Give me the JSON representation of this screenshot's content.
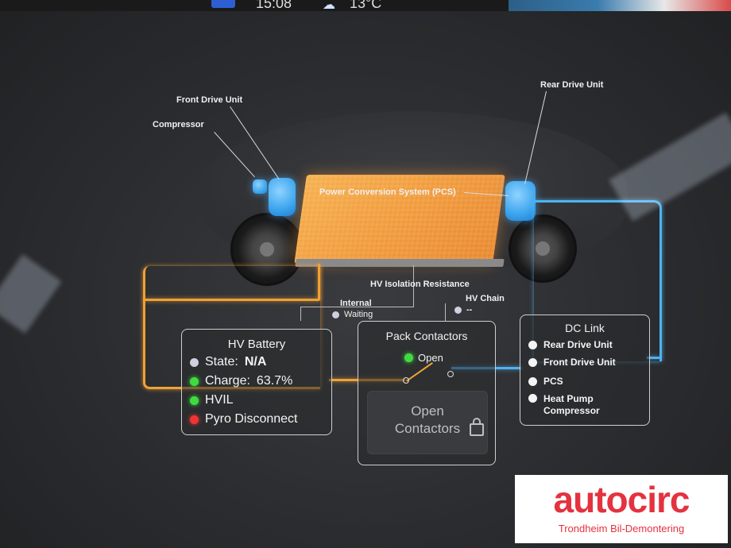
{
  "status_bar": {
    "time": "15:08",
    "temperature": "13°C"
  },
  "labels": {
    "front_drive_unit": "Front Drive Unit",
    "compressor": "Compressor",
    "rear_drive_unit": "Rear Drive Unit",
    "pcs": "Power Conversion System (PCS)",
    "hv_isolation": "HV Isolation Resistance",
    "internal": "Internal",
    "waiting": "Waiting",
    "hv_chain": "HV Chain",
    "hv_chain_value": "--"
  },
  "hv_battery": {
    "title": "HV Battery",
    "state_label": "State:",
    "state_value": "N/A",
    "charge_label": "Charge:",
    "charge_value": "63.7%",
    "hvil": "HVIL",
    "pyro": "Pyro Disconnect",
    "status_colors": {
      "state": "#cfcfe0",
      "charge": "#3fdc3f",
      "hvil": "#3fdc3f",
      "pyro": "#f03434"
    }
  },
  "pack_contactors": {
    "title": "Pack Contactors",
    "status": "Open",
    "button_line1": "Open",
    "button_line2": "Contactors"
  },
  "dc_link": {
    "title": "DC Link",
    "items": [
      "Rear Drive Unit",
      "Front Drive Unit",
      "PCS",
      "Heat Pump",
      "Compressor"
    ]
  },
  "logo": {
    "brand": "autocirc",
    "tagline": "Trondheim Bil-Demontering"
  }
}
